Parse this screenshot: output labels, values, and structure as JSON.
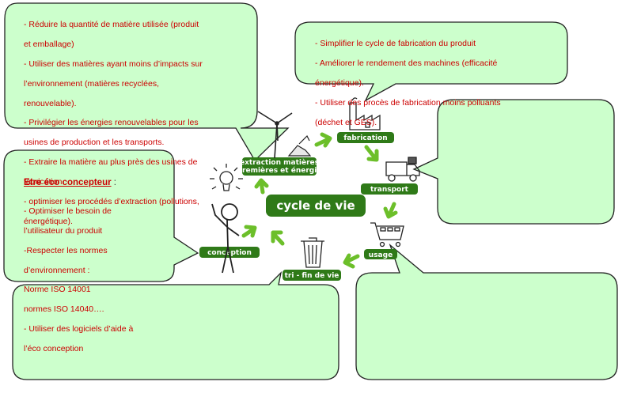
{
  "center": {
    "label": "cycle de vie"
  },
  "stages": {
    "extraction": {
      "line1": "extraction matières",
      "line2": "premières et énergie"
    },
    "fabrication": "fabrication",
    "transport": "transport",
    "usage": "usage",
    "tri": "tri - fin de vie",
    "conception": "conception"
  },
  "callouts": {
    "extraction": {
      "lines": [
        "- Réduire la quantité de matière utilisée (produit",
        "et emballage)",
        "- Utiliser des matières ayant moins d’impacts sur",
        "l’environnement (matières recyclées,",
        "renouvelable).",
        "- Privilégier les  énergies renouvelables pour les",
        "usines de production et les transports.",
        "- Extraire la matière au plus près des usines de",
        "fabrication.",
        "- optimiser les procédés d’extraction (pollutions,",
        "énergétique)."
      ]
    },
    "fabrication": {
      "lines": [
        "- Simplifier le cycle de fabrication du produit",
        "- Améliorer le rendement des  machines (efficacité",
        "énergétique).",
        "- Utiliser des procès de fabrication moins polluants",
        "(déchet et GES)."
      ]
    },
    "conception": {
      "title": "Etre éco concepteur",
      "title_suffix": " :",
      "lines": [
        "- Optimiser le besoin de",
        "l’utilisateur du produit",
        "-Respecter les normes",
        "d’environnement :",
        "Norme ISO 14001",
        "normes ISO 14040….",
        "- Utiliser des logiciels d’aide à",
        "l’éco conception"
      ]
    }
  },
  "colors": {
    "bubble_fill": "#ccffcc",
    "bubble_stroke": "#222222",
    "label_green": "#2f7a18",
    "arrow_green": "#6cbf2a",
    "callout_text": "#cc0000"
  }
}
